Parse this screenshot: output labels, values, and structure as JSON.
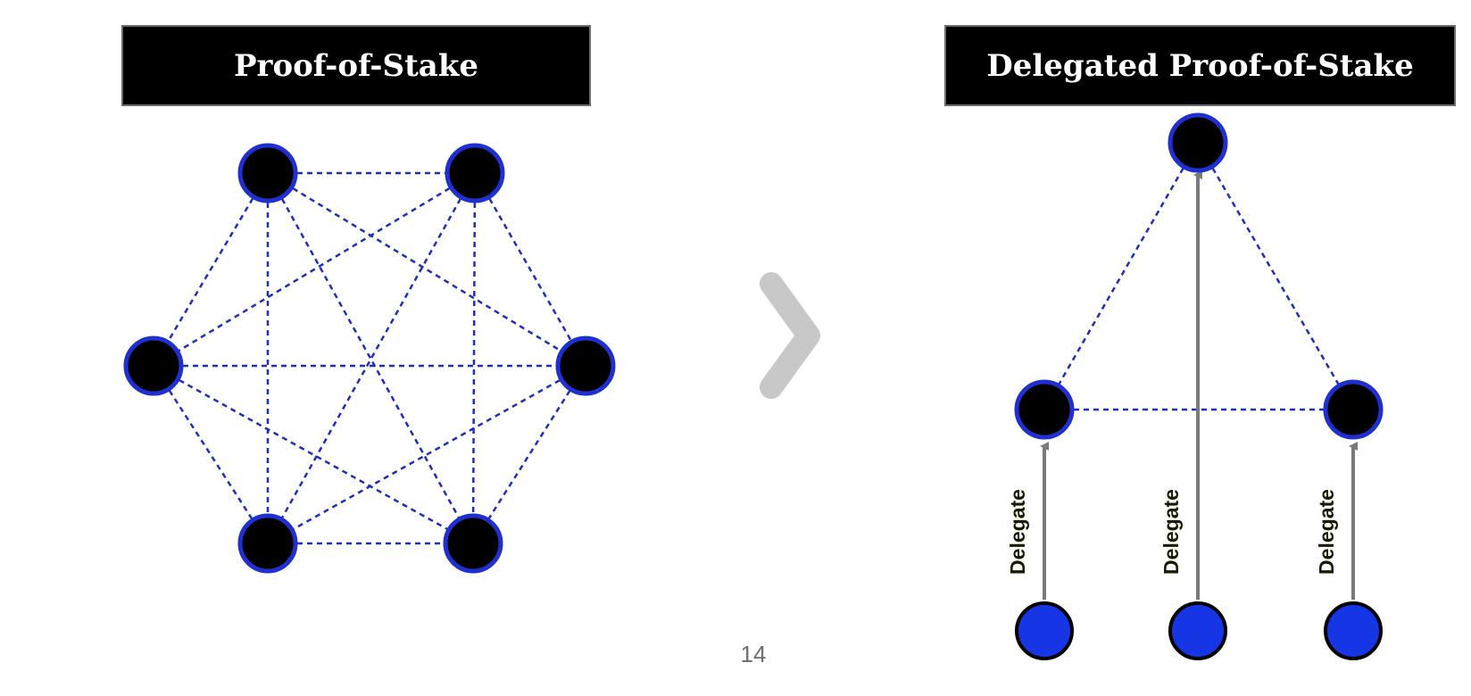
{
  "left_panel": {
    "title": "Proof-of-Stake"
  },
  "right_panel": {
    "title": "Delegated Proof-of-Stake",
    "delegate_labels": [
      "Delegate",
      "Delegate",
      "Delegate"
    ]
  },
  "page_number": "14",
  "colors": {
    "node_fill": "#000000",
    "node_border": "#1f2fd0",
    "delegator_fill": "#1636e6",
    "edge": "#1f2fb8",
    "arrow": "#7a7a7a",
    "chevron": "#c8c8c8",
    "label_text": "#1a1a00"
  }
}
